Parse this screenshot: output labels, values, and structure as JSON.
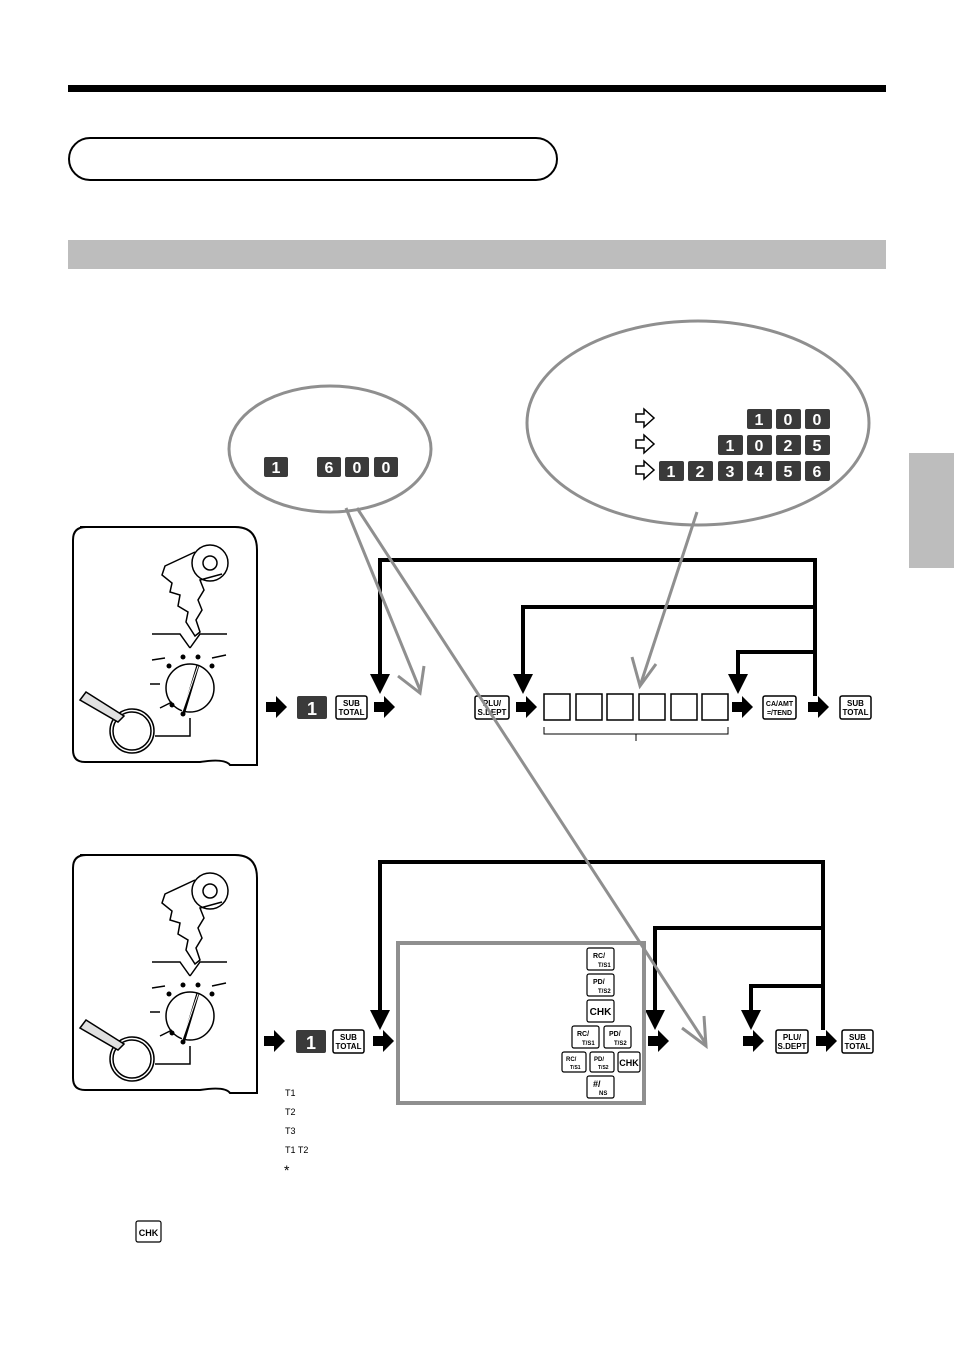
{
  "keys": {
    "one": "1",
    "zero": "0",
    "two": "2",
    "three": "3",
    "four": "4",
    "five": "5",
    "six": "6",
    "subtotal_top": "SUB",
    "subtotal_bottom": "TOTAL",
    "plu_top": "PLU/",
    "plu_bottom": "S.DEPT",
    "ca_top": "CA/AMT",
    "ca_bottom": "=/TEND",
    "rc": "RC/",
    "pd": "PD/",
    "ts1": "T/S1",
    "ts2": "T/S2",
    "chk": "CHK",
    "ns_top": "#/",
    "ns_bottom": "NS"
  },
  "footnote_marks": {
    "t1": "T1",
    "t2": "T2",
    "t3": "T3",
    "t12": "T1 T2",
    "asterisk": "*"
  }
}
